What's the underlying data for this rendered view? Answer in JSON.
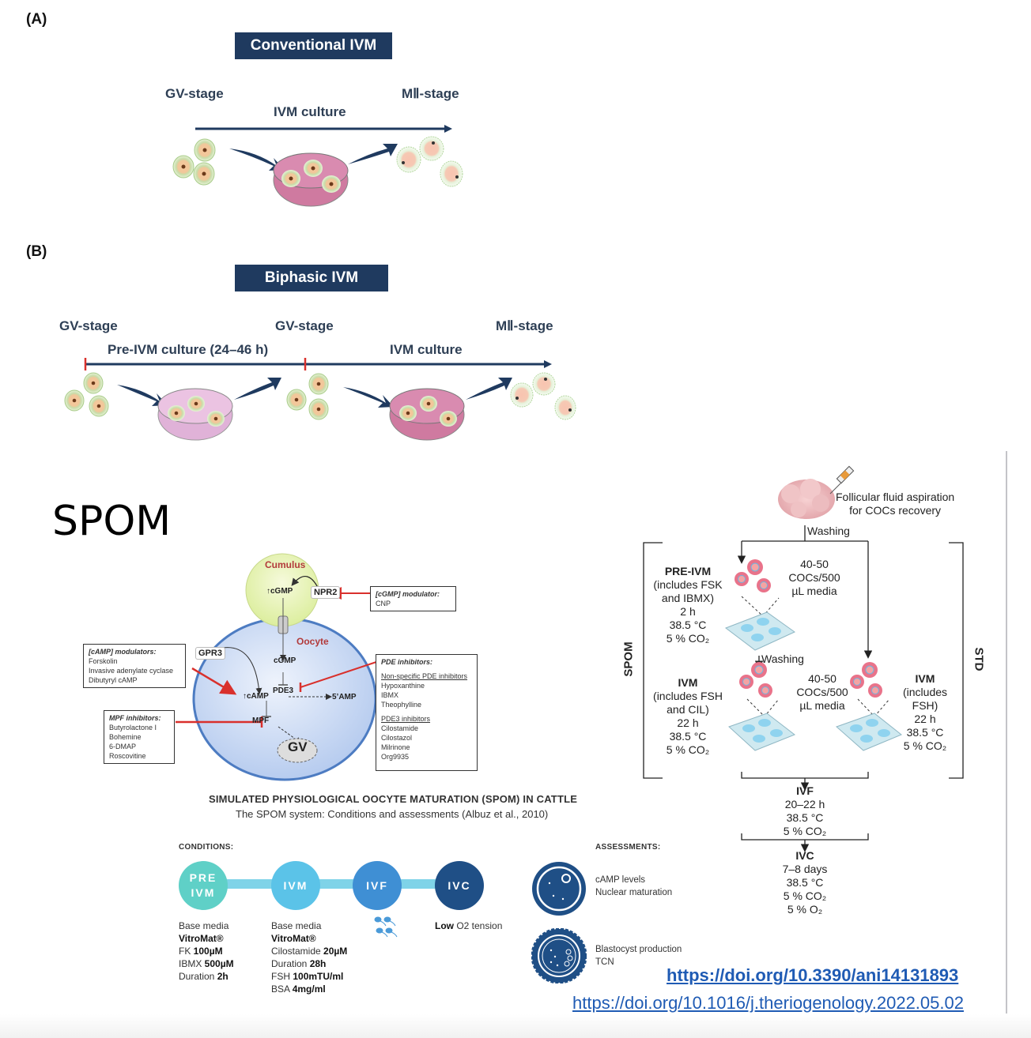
{
  "panel_a": {
    "label": "(A)",
    "title": "Conventional IVM",
    "start_stage": "GV-stage",
    "end_stage": "MⅡ-stage",
    "culture": "IVM culture"
  },
  "panel_b": {
    "label": "(B)",
    "title": "Biphasic IVM",
    "stage_1": "GV-stage",
    "stage_2": "GV-stage",
    "stage_3": "MⅡ-stage",
    "culture_1": "Pre-IVM culture (24–46 h)",
    "culture_2": "IVM culture"
  },
  "spom_heading": "SPOM",
  "pathway": {
    "cumulus_label": "Cumulus",
    "oocyte_label": "Oocyte",
    "cgmp_up": "↑cGMP",
    "npr2": "NPR2",
    "gpr3": "GPR3",
    "cgmp": "cGMP",
    "pde3": "PDE3",
    "camp_up": "↑cAMP",
    "amp5": "5’AMP",
    "mpf": "MPF",
    "gv": "GV",
    "cgmp_modulator": {
      "title": "[cGMP] modulator:",
      "items": [
        "CNP"
      ]
    },
    "camp_modulators": {
      "title": "[cAMP] modulators:",
      "items": [
        "Forskolin",
        "Invasive adenylate cyclase",
        "Dibutyryl cAMP"
      ]
    },
    "mpf_inhibitors": {
      "title": "MPF inhibitors:",
      "items": [
        "Butyrolactone I",
        "Bohemine",
        "6-DMAP",
        "Roscovitine"
      ]
    },
    "pde_inhibitors": {
      "title": "PDE inhibitors:",
      "group1_title": "Non-specific PDE inhibitors",
      "group1": [
        "Hypoxanthine",
        "IBMX",
        "Theophylline"
      ],
      "group2_title": "PDE3 inhibitors",
      "group2": [
        "Cilostamide",
        "Cilostazol",
        "Milrinone",
        "Org9935"
      ]
    }
  },
  "protocol": {
    "source_label": "Follicular fluid aspiration",
    "source_label2": "for COCs recovery",
    "washing_1": "Washing",
    "washing_2": "Washing",
    "spom_label": "SPOM",
    "std_label": "STD",
    "pre_ivm": [
      "PRE-IVM",
      "(includes FSK",
      "and IBMX)",
      "2 h",
      "38.5 °C",
      "5 % CO₂"
    ],
    "density_1": [
      "40-50",
      "COCs/500",
      "µL media"
    ],
    "ivm_spom": [
      "IVM",
      "(includes FSH",
      "and CIL)",
      "22 h",
      "38.5 °C",
      "5 % CO₂"
    ],
    "density_2": [
      "40-50",
      "COCs/500",
      "µL media"
    ],
    "ivm_std": [
      "IVM",
      "(includes",
      "FSH)",
      "22 h",
      "38.5 °C",
      "5 % CO₂"
    ],
    "ivf": [
      "IVF",
      "20–22 h",
      "38.5 °C",
      "5 % CO₂"
    ],
    "ivc": [
      "IVC",
      "7–8 days",
      "38.5 °C",
      "5 % CO₂",
      "5 % O₂"
    ]
  },
  "summary": {
    "title": "SIMULATED PHYSIOLOGICAL OOCYTE MATURATION (SPOM) IN CATTLE",
    "subtitle": "The SPOM system: Conditions and assessments (Albuz et al., 2010)",
    "conditions_label": "CONDITIONS:",
    "assessments_label": "ASSESSMENTS:",
    "steps": [
      {
        "line1": "PRE",
        "line2": "IVM",
        "color": "#5fd0c7"
      },
      {
        "line1": "IVM",
        "line2": "",
        "color": "#5bc3e8"
      },
      {
        "line1": "IVF",
        "line2": "",
        "color": "#3f8fd4"
      },
      {
        "line1": "IVC",
        "line2": "",
        "color": "#1f4f86"
      }
    ],
    "pre_ivm_details": [
      {
        "label": "Base media",
        "value": ""
      },
      {
        "label": "",
        "value": "VitroMat®"
      },
      {
        "label": "FK ",
        "value": "100µM"
      },
      {
        "label": "IBMX ",
        "value": "500µM"
      },
      {
        "label": "Duration ",
        "value": "2h"
      }
    ],
    "ivm_details": [
      {
        "label": "Base media",
        "value": ""
      },
      {
        "label": "",
        "value": "VitroMat®"
      },
      {
        "label": "Cilostamide ",
        "value": "20µM"
      },
      {
        "label": "Duration ",
        "value": "28h"
      },
      {
        "label": "FSH ",
        "value": "100mTU/ml"
      },
      {
        "label": "BSA ",
        "value": "4mg/ml"
      }
    ],
    "ivc_detail_bold": "Low",
    "ivc_detail_rest": " O2 tension",
    "assessment_1": [
      "cAMP levels",
      "Nuclear maturation"
    ],
    "assessment_2": [
      "Blastocyst production",
      "TCN"
    ]
  },
  "links": {
    "doi_1": "https://doi.org/10.3390/ani14131893",
    "doi_2": "https://doi.org/10.1016/j.theriogenology.2022.05.02"
  },
  "colors": {
    "navy": "#1f3a5f",
    "link": "#1f5bb4",
    "inhibit_red": "#d9302c"
  }
}
